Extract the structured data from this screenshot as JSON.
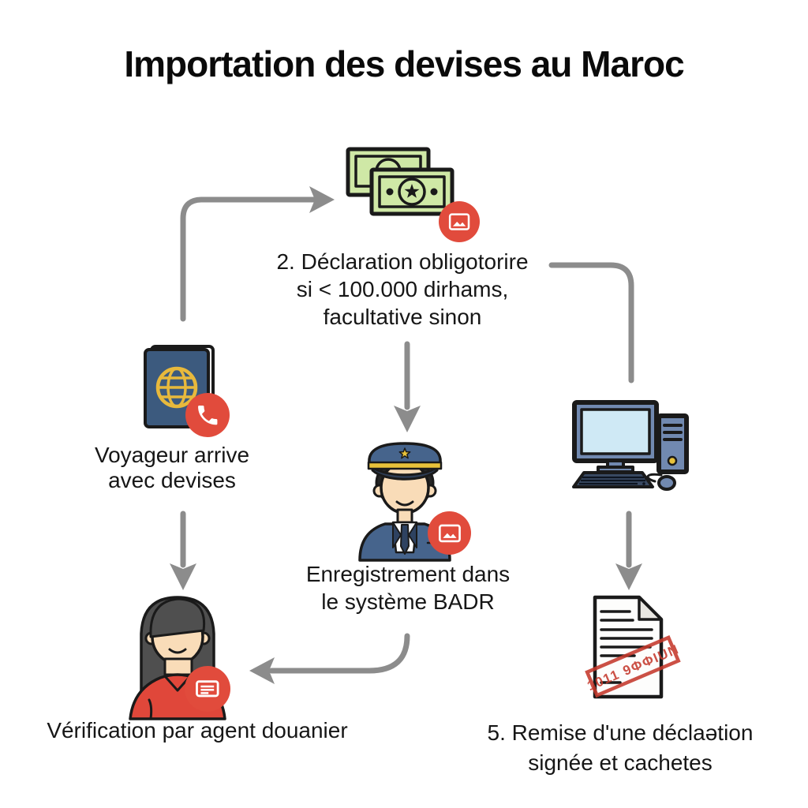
{
  "title": "Importation des devises au Maroc",
  "flow": {
    "arrival_label": "Voyageur arrive\navec devises",
    "declaration_label": "2. Déclaration obligotorire\nsi < 100.000 dirhams,\nfacultative sinon",
    "registration_label": "Enregistrement dans\nle système BADR",
    "verification_label": "Vérification par agent douanier",
    "handover_label": "5. Remise d'une déclaətion\nsignée et cachetes"
  },
  "document_stamp_text": "1011 9ΦΦIUN",
  "icons": {
    "banknotes_icon": "two green banknotes with star seal",
    "passport_icon": "blue passport with golden globe",
    "customs_officer_icon": "officer with peaked cap and tie",
    "desktop_computer_icon": "monitor, tower, keyboard and mouse",
    "female_traveler_icon": "woman with dark bob and red shirt",
    "stamped_document_icon": "paper with folded corner and red stamp",
    "picture_badge_icon": "white picture frame on red circle",
    "phone_badge_icon": "white phone handset on red circle",
    "note_badge_icon": "white lined card on red circle"
  },
  "colors": {
    "badge_red": "#e14b3c",
    "arrow_gray": "#8c8c8c",
    "banknote_green": "#cfe8a6",
    "passport_blue": "#3c5a7e",
    "uniform_navy": "#46648c",
    "computer_blue": "#7189b0",
    "screen_blue": "#cfe9f5",
    "shirt_red": "#e0473a",
    "hair_gray": "#4f4f4f",
    "stamp_red": "#c5392c",
    "text_black": "#161616"
  }
}
